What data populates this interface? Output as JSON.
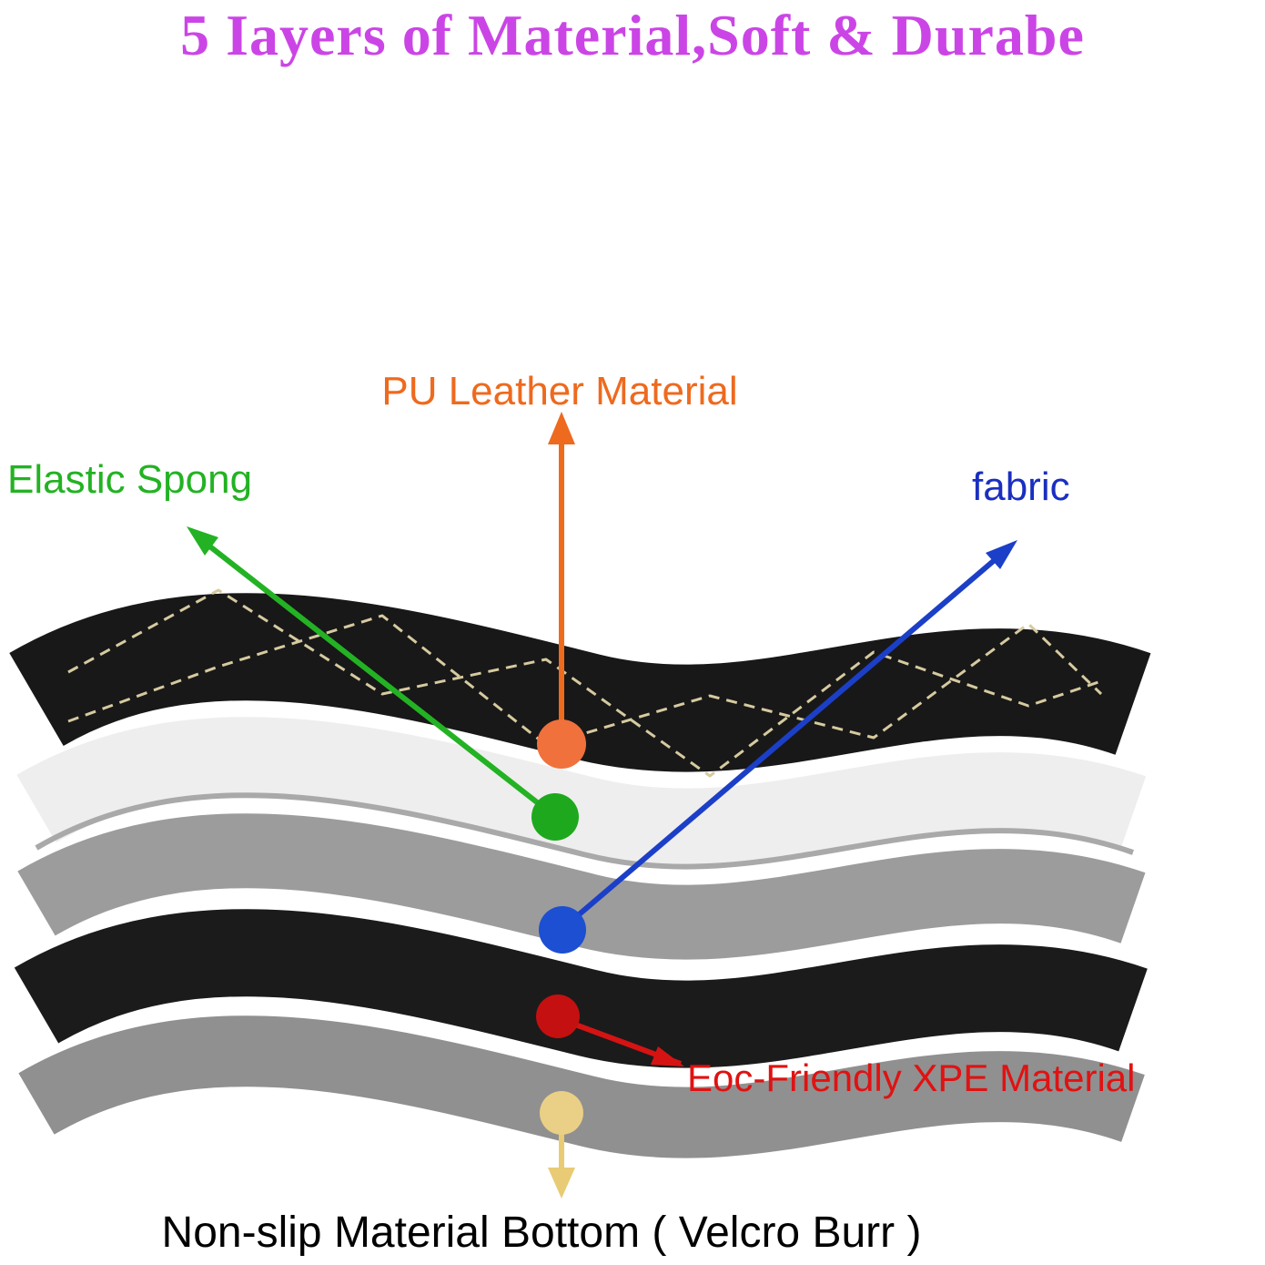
{
  "title": {
    "text": "5 Iayers of Material,Soft & Durabe",
    "color": "#cb45e6"
  },
  "labels": [
    {
      "id": "pu-leather",
      "text": "PU Leather Material",
      "color": "#ee6a1e"
    },
    {
      "id": "elastic-spong",
      "text": "Elastic Spong",
      "color": "#23b223"
    },
    {
      "id": "fabric",
      "text": "fabric",
      "color": "#1a2fc0"
    },
    {
      "id": "xpe",
      "text": "Eoc-Friendly XPE Material",
      "color": "#e01212"
    },
    {
      "id": "non-slip-bottom",
      "text": "Non-slip Material Bottom ( Velcro Burr )",
      "color": "#000000"
    }
  ],
  "layers": [
    {
      "name": "PU leather top layer",
      "color": "#181818"
    },
    {
      "name": "elastic sponge layer",
      "color": "#eeeeee"
    },
    {
      "name": "fabric layer",
      "color": "#9c9c9c"
    },
    {
      "name": "XPE material layer",
      "color": "#1b1b1b"
    },
    {
      "name": "non-slip bottom layer",
      "color": "#909090"
    }
  ],
  "callouts": [
    {
      "for": "pu-leather",
      "dot_color": "#f0713c",
      "line_color": "#ee6a1e"
    },
    {
      "for": "elastic-spong",
      "dot_color": "#1ea81e",
      "line_color": "#23b223"
    },
    {
      "for": "fabric",
      "dot_color": "#1c4fd2",
      "line_color": "#1c3fc8"
    },
    {
      "for": "xpe",
      "dot_color": "#c41010",
      "line_color": "#d51313"
    },
    {
      "for": "non-slip-bottom",
      "dot_color": "#ead086",
      "line_color": "#e8cb74"
    }
  ],
  "stitch_color": "#d6caa0",
  "shadow_color": "#a9a9a9"
}
